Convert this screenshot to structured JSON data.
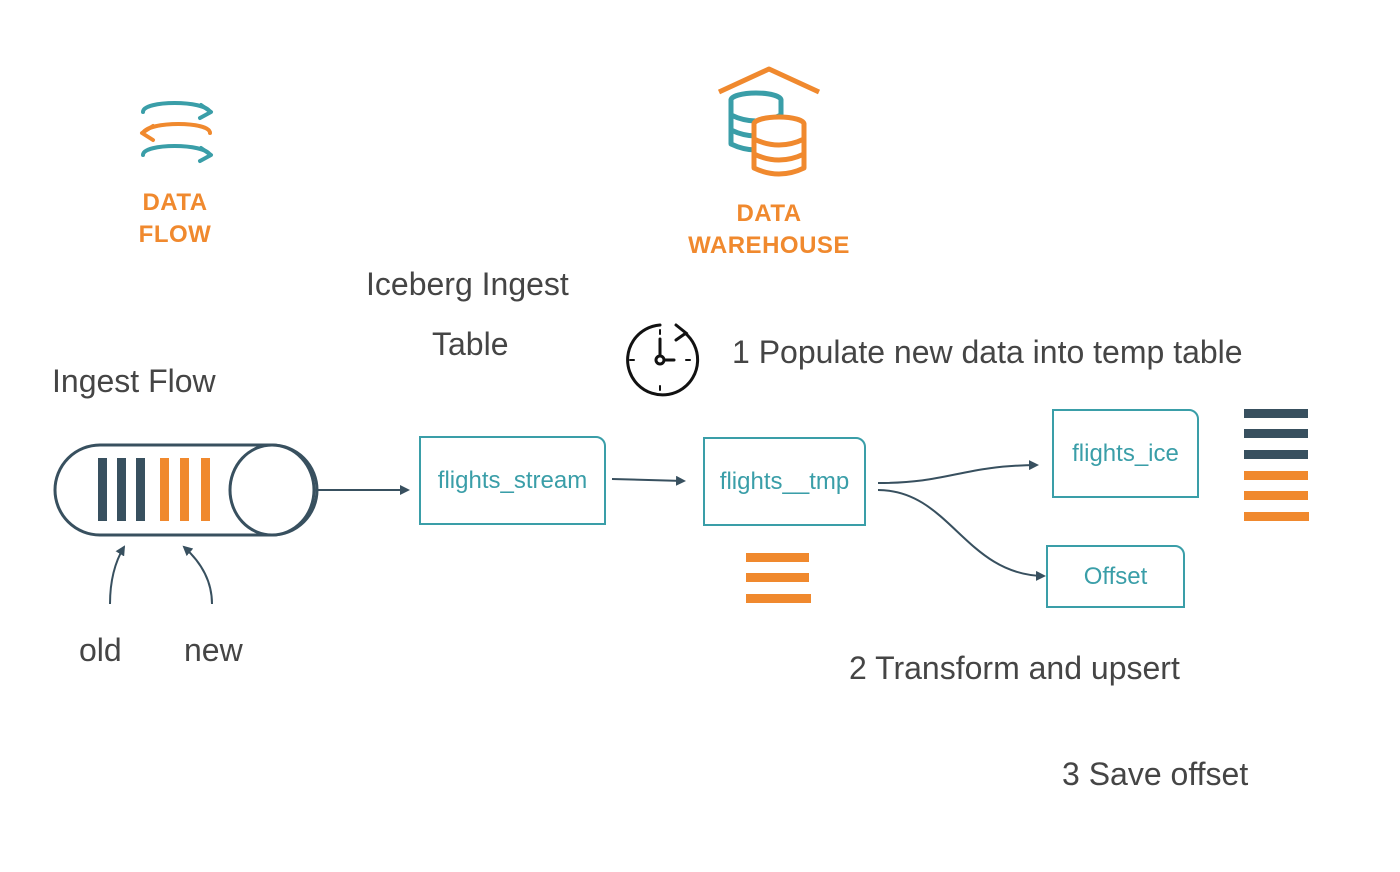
{
  "brand_left": {
    "line1": "DATA",
    "line2": "FLOW"
  },
  "brand_right": {
    "line1": "DATA",
    "line2": "WAREHOUSE"
  },
  "labels": {
    "ingest_flow": "Ingest Flow",
    "iceberg_line1": "Iceberg Ingest",
    "iceberg_line2": "Table",
    "step1": "1 Populate new data into temp table",
    "step2": "2 Transform and upsert",
    "step3": "3 Save offset",
    "old": "old",
    "new": "new"
  },
  "boxes": {
    "flights_stream": "flights_stream",
    "flights_tmp": "flights__tmp",
    "flights_ice": "flights_ice",
    "offset": "Offset"
  },
  "colors": {
    "teal": "#3A9EA8",
    "orange": "#F0892E",
    "navy": "#38505F",
    "text": "#454545"
  },
  "icons": [
    "data-flow-icon",
    "data-warehouse-icon",
    "timer-icon",
    "queue-icon"
  ]
}
